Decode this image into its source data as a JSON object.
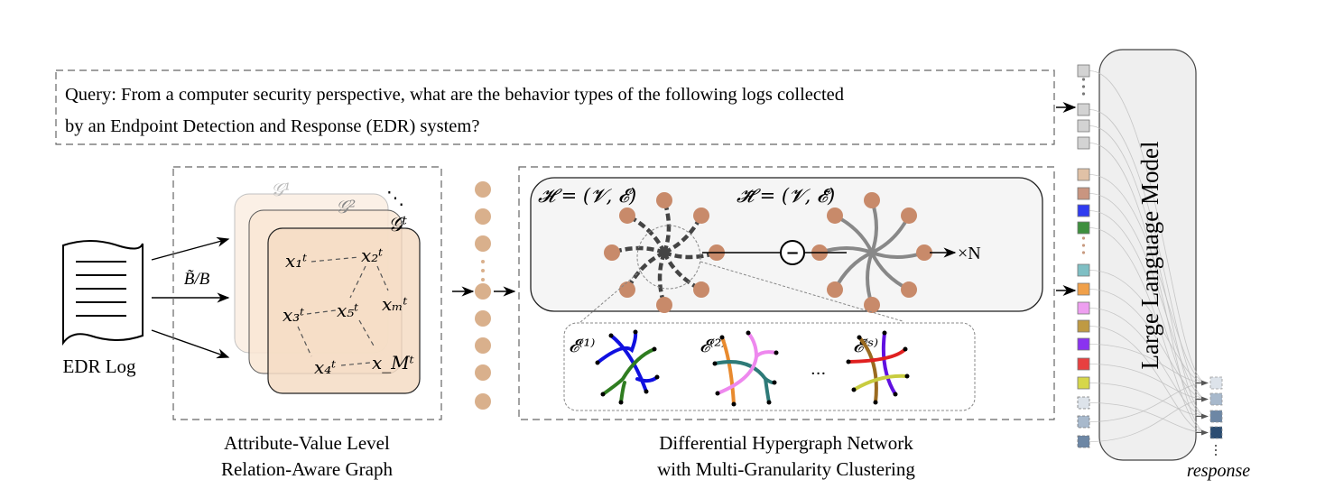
{
  "query": {
    "line1": "Query: From a computer security perspective, what are the behavior types of the following logs collected",
    "line2": "by an Endpoint Detection and Response (EDR) system?"
  },
  "edr_log": {
    "label": "EDR Log",
    "icon": "document-icon"
  },
  "partition_label": "B̃/B",
  "graph_panel": {
    "graphs": [
      "𝒢¹",
      "𝒢²",
      "𝒢ᵗ"
    ],
    "ellipsis": "⋱",
    "nodes": [
      "x₁ᵗ",
      "x₂ᵗ",
      "x₃ᵗ",
      "x₅ᵗ",
      "xₘᵗ",
      "x₄ᵗ",
      "x_Mᵗ"
    ],
    "caption_line1": "Attribute-Value Level",
    "caption_line2": "Relation-Aware Graph"
  },
  "node_embedding_color": "#d9b08c",
  "hypergraph_panel": {
    "h_label": "𝓗 = (𝓥, 𝓔)",
    "hbar_label": "𝓗̄ = (𝓥, 𝓔̄)",
    "operator": "−",
    "repeat": "×N",
    "clusters": [
      "𝓔⁽¹⁾",
      "𝓔⁽²⁾",
      "𝓔⁽ˢ⁾"
    ],
    "cluster_ellipsis": "···",
    "caption_line1": "Differential Hypergraph Network",
    "caption_line2": "with Multi-Granularity Clustering"
  },
  "llm": {
    "label": "Large Language Model",
    "query_token_color": "#d3d3d3",
    "graph_token_colors": [
      "#e0c1a6",
      "#c99580",
      "#2f3bf0",
      "#3e8f3e",
      "#7fbfc4",
      "#f0a04a",
      "#ee9ff0",
      "#bf9a43",
      "#8a33f0",
      "#e84040",
      "#d6d74a"
    ],
    "prompt_token_colors": [
      "#dde3ea",
      "#a8b9cc",
      "#6d87a5"
    ],
    "response_label": "response",
    "response_token_colors": [
      "#dde3ea",
      "#a8b9cc",
      "#6d87a5",
      "#2c4d72"
    ]
  }
}
